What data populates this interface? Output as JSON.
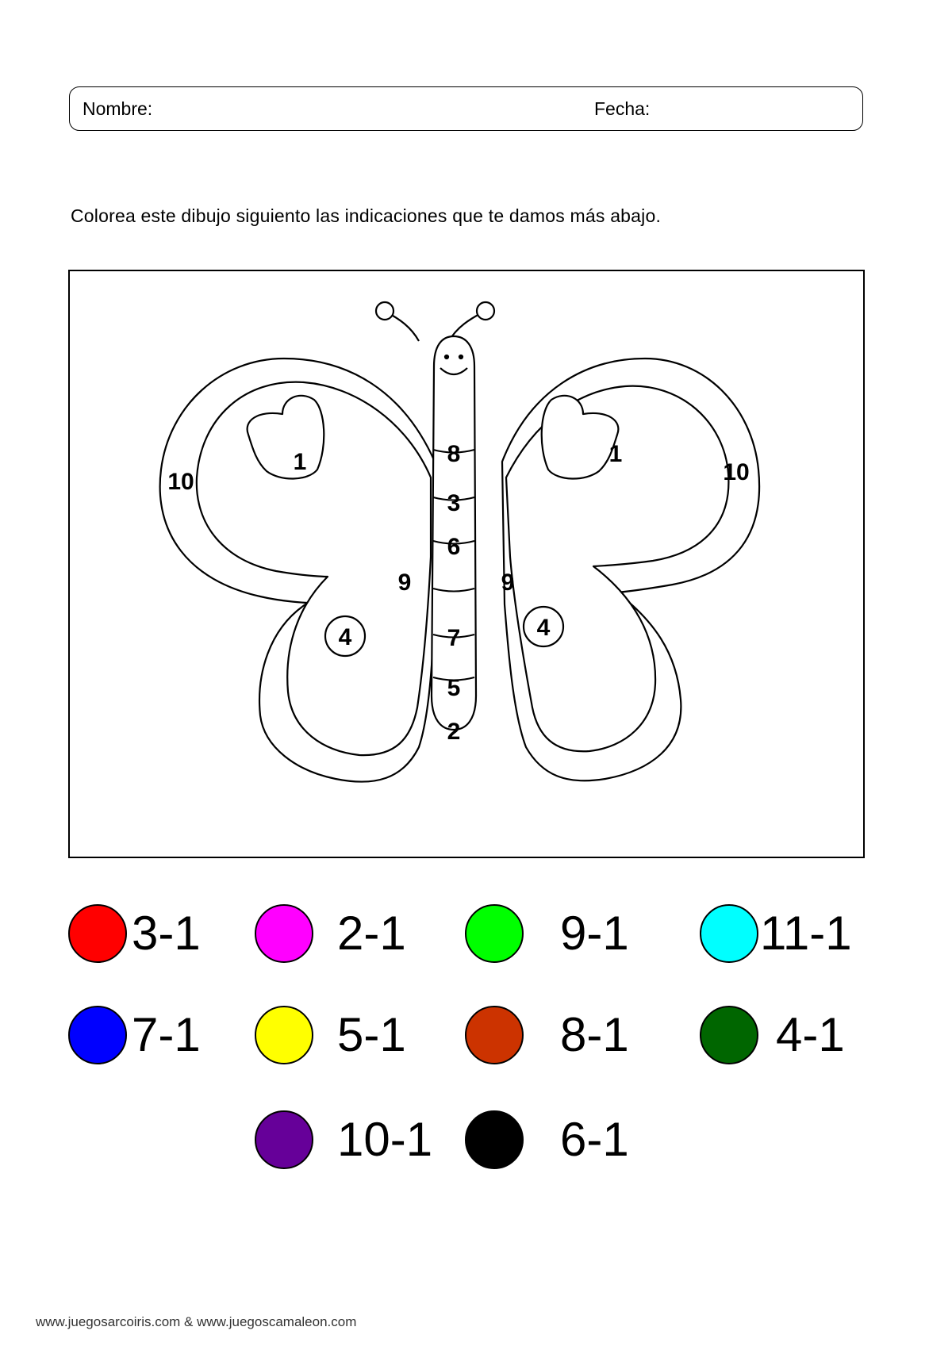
{
  "header": {
    "name_label": "Nombre:",
    "date_label": "Fecha:"
  },
  "instructions": "Colorea este dibujo siguiento las indicaciones que te damos más abajo.",
  "butterfly": {
    "region_numbers": {
      "left_wing_outer": "10",
      "right_wing_outer": "10",
      "left_heart": "1",
      "right_heart": "1",
      "left_wing_inner": "9",
      "right_wing_inner": "9",
      "left_spot": "4",
      "right_spot": "4",
      "body_segments": [
        "8",
        "3",
        "6",
        "",
        "7",
        "5",
        "2"
      ]
    }
  },
  "legend": [
    {
      "operation": "3-1",
      "color": "#ff0000"
    },
    {
      "operation": "2-1",
      "color": "#ff00ff"
    },
    {
      "operation": "9-1",
      "color": "#00ff00"
    },
    {
      "operation": "11-1",
      "color": "#00ffff"
    },
    {
      "operation": "7-1",
      "color": "#0000ff"
    },
    {
      "operation": "5-1",
      "color": "#ffff00"
    },
    {
      "operation": "8-1",
      "color": "#cc3300"
    },
    {
      "operation": "4-1",
      "color": "#006600"
    },
    {
      "operation": "10-1",
      "color": "#660099"
    },
    {
      "operation": "6-1",
      "color": "#000000"
    }
  ],
  "footer": "www.juegosarcoiris.com & www.juegoscamaleon.com"
}
